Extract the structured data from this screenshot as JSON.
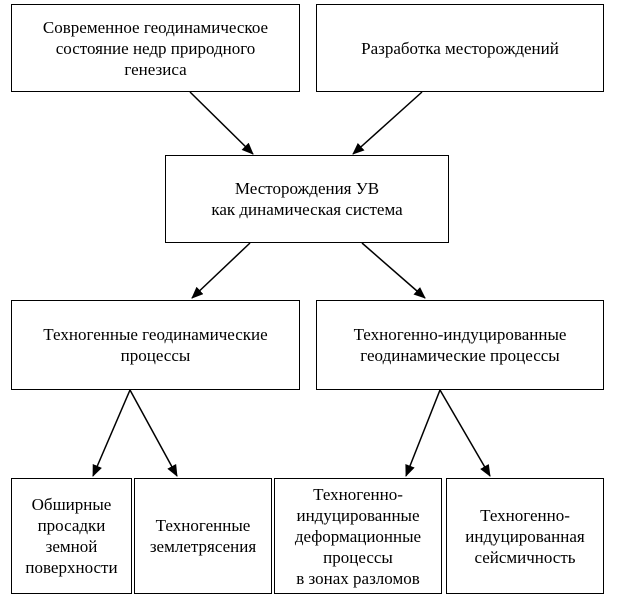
{
  "boxes": {
    "geodynamic_state": "Современное геодинамическое\nсостояние недр природного\nгенезиса",
    "field_development": "Разработка месторождений",
    "hydrocarbon_fields": "Месторождения УВ\nкак динамическая система",
    "technogenic_processes": "Техногенные геодинамические\nпроцессы",
    "induced_processes": "Техногенно-индуцированные\nгеодинамические процессы",
    "surface_subsidence": "Обширные\nпросадки\nземной\nповерхности",
    "technogenic_earthquakes": "Техногенные\nземлетрясения",
    "fault_deformation": "Техногенно-\nиндуцированные\nдеформационные\nпроцессы\nв зонах разломов",
    "induced_seismicity": "Техногенно-\nиндуцированная\nсейсмичность"
  },
  "colors": {
    "stroke": "#000000",
    "background": "#ffffff"
  }
}
